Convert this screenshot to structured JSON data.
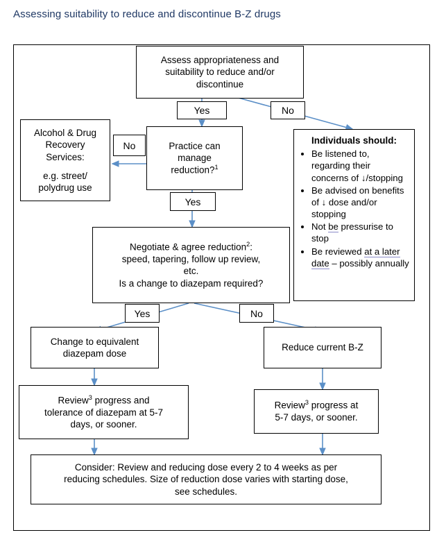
{
  "page": {
    "title": "Assessing suitability to reduce and discontinue B-Z drugs",
    "title_color": "#1f3864",
    "arrow_color": "#5b8fc7",
    "border_color": "#000000",
    "background": "#ffffff"
  },
  "flowchart": {
    "type": "flowchart",
    "nodes": {
      "assess": {
        "lines": [
          "Assess appropriateness and",
          "suitability to reduce and/or",
          "discontinue"
        ]
      },
      "adrs": {
        "lines": [
          "Alcohol & Drug",
          "Recovery",
          "Services:"
        ],
        "example_lines": [
          "e.g. street/",
          "polydrug use"
        ]
      },
      "practice": {
        "lines": [
          "Practice can",
          "manage",
          "reduction?"
        ],
        "footnote": "1"
      },
      "individuals": {
        "heading": "Individuals should:",
        "bullets": [
          "Be listened to, regarding their concerns of ↓/stopping",
          "Be advised on benefits of ↓ dose and/or stopping",
          "Not be pressurise to stop",
          "Be reviewed at a later date – possibly annually"
        ]
      },
      "negotiate": {
        "line1_prefix": "Negotiate & agree reduction",
        "line1_footnote": "2",
        "line1_suffix": ":",
        "line2": "speed, tapering, follow up review,",
        "line3": "etc.",
        "line4": "Is a change to diazepam required?"
      },
      "change_diazepam": {
        "lines": [
          "Change to equivalent",
          "diazepam dose"
        ]
      },
      "reduce_bz": {
        "lines": [
          "Reduce current B-Z"
        ]
      },
      "review_diazepam": {
        "prefix": "Review",
        "footnote": "3",
        "line1_rest": " progress and",
        "line2": "tolerance of diazepam at 5-7",
        "line3": "days, or sooner."
      },
      "review_progress": {
        "prefix": "Review",
        "footnote": "3",
        "line1_rest": " progress at",
        "line2": "5-7 days, or sooner."
      },
      "consider": {
        "line1": "Consider: Review and reducing dose every 2 to 4 weeks as per",
        "line2": "reducing schedules. Size of reduction dose varies with starting dose,",
        "line3": "see schedules."
      }
    },
    "decision_labels": {
      "assess_yes": "Yes",
      "assess_no": "No",
      "practice_no": "No",
      "practice_yes": "Yes",
      "negotiate_yes": "Yes",
      "negotiate_no": "No"
    }
  }
}
